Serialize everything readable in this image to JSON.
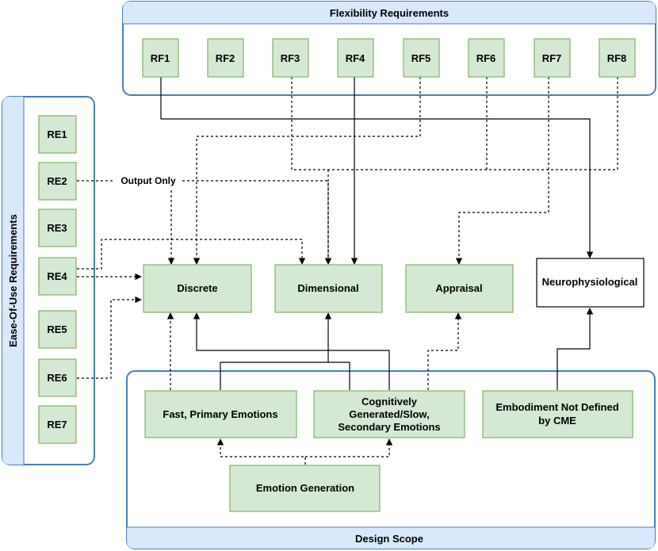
{
  "containers": {
    "flexibility": {
      "title": "Flexibility Requirements"
    },
    "ease_of_use": {
      "title": "Ease-Of-Use Requirements"
    },
    "design_scope": {
      "title": "Design Scope"
    }
  },
  "rf_items": [
    "RF1",
    "RF2",
    "RF3",
    "RF4",
    "RF5",
    "RF6",
    "RF7",
    "RF8"
  ],
  "re_items": [
    "RE1",
    "RE2",
    "RE3",
    "RE4",
    "RE5",
    "RE6",
    "RE7"
  ],
  "models": {
    "discrete": "Discrete",
    "dimensional": "Dimensional",
    "appraisal": "Appraisal",
    "neuro": "Neurophysiological"
  },
  "scope_boxes": {
    "fast": "Fast, Primary Emotions",
    "cognitive": [
      "Cognitively",
      "Generated/Slow,",
      "Secondary Emotions"
    ],
    "embodiment": [
      "Embodiment Not Defined",
      "by CME"
    ],
    "generation": "Emotion Generation"
  },
  "edge_labels": {
    "output_only": "Output Only"
  },
  "colors": {
    "container_border": "#4a7ebb",
    "container_header": "#dae8fc",
    "node_fill": "#d5e8d4",
    "node_border": "#82b366"
  }
}
